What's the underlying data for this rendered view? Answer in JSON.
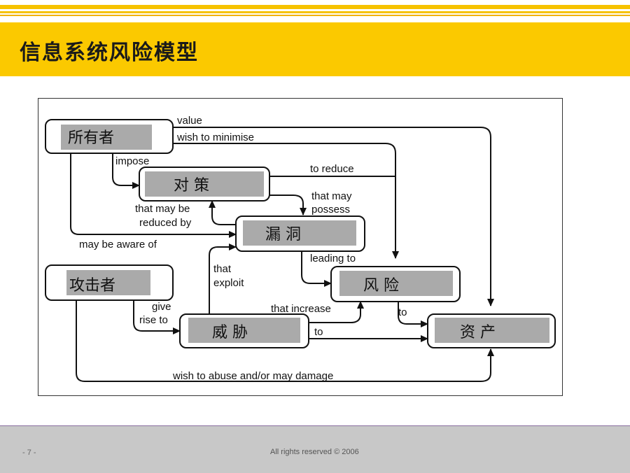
{
  "title": "信息系统风险模型",
  "nodes": {
    "owner": "所有者",
    "countermeasure": "对 策",
    "vulnerability": "漏 洞",
    "attacker": "攻击者",
    "threat": "威 胁",
    "risk": "风  险",
    "asset": "资 产"
  },
  "edges": {
    "value": "value",
    "wish_to_minimise": "wish to minimise",
    "impose": "impose",
    "to_reduce": "to reduce",
    "that_may": "that may",
    "possess": "possess",
    "that_may_be": "that may be",
    "reduced_by": "reduced by",
    "may_be_aware_of": "may be aware of",
    "leading_to": "leading to",
    "that": "that",
    "exploit": "exploit",
    "give": "give",
    "rise_to": "rise to",
    "that_increase": "that increase",
    "to_asset": "to",
    "to_risk_asset": "to",
    "wish_to_abuse": "wish to abuse and/or may damage"
  },
  "footer": {
    "page_number": "- 7 -",
    "copyright": "All rights reserved © 2006"
  }
}
